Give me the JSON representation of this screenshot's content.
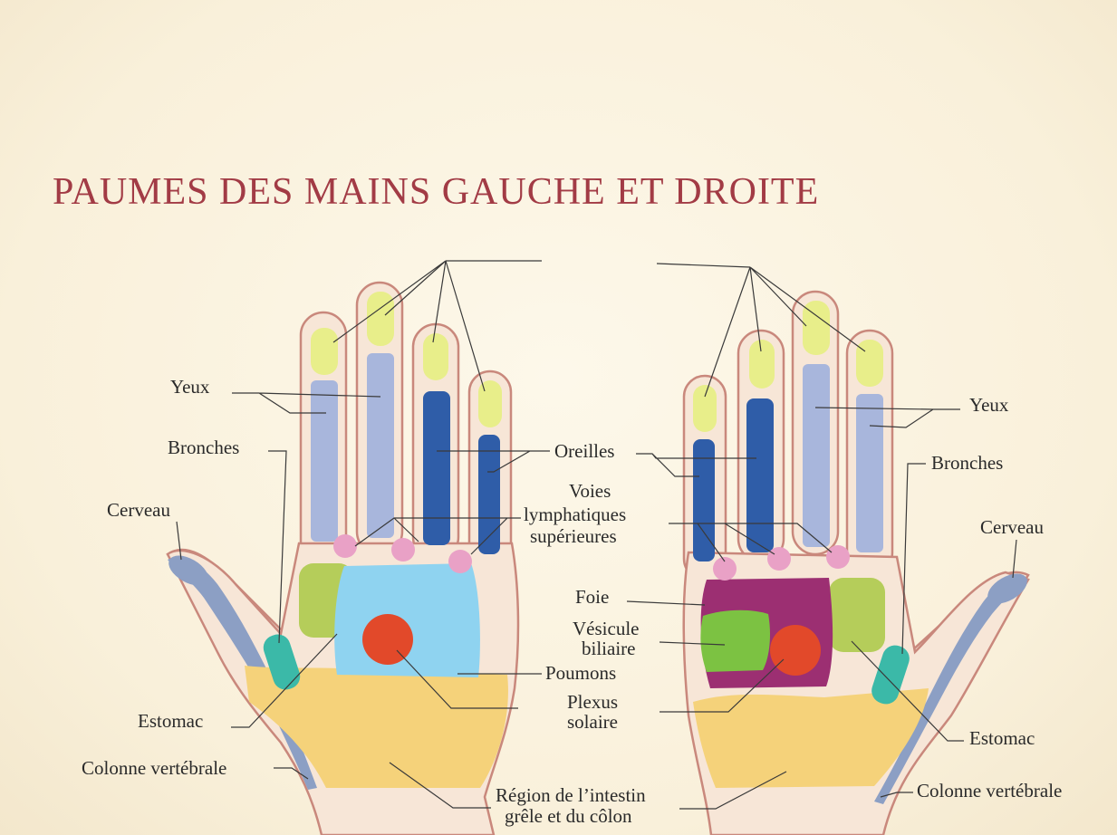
{
  "title": "PAUMES DES MAINS GAUCHE ET DROITE",
  "labels": {
    "yeux": "Yeux",
    "bronches": "Bronches",
    "cerveau": "Cerveau",
    "estomac": "Estomac",
    "colonne": "Colonne vertébrale",
    "oreilles": "Oreilles",
    "voies_1": "Voies",
    "voies_2": "lymphatiques",
    "voies_3": "supérieures",
    "foie": "Foie",
    "vesicule_1": "Vésicule",
    "vesicule_2": "biliaire",
    "poumons": "Poumons",
    "plexus_1": "Plexus",
    "plexus_2": "solaire",
    "intestin_1": "Région de l’intestin",
    "intestin_2": "grêle et du côlon"
  },
  "colors": {
    "title": "#a23b45",
    "sinus": "#e8ee8a",
    "eyes": "#a8b6dc",
    "ears": "#2f5da8",
    "lymph": "#e9a1c6",
    "lungs": "#8fd3f0",
    "stomach": "#b5cd5a",
    "bronchi": "#3bb9a8",
    "plexus": "#e2492a",
    "liver": "#9c2f72",
    "gallbladder": "#7cc242",
    "intestine": "#f5d27a",
    "spine": "#8c9fc4"
  }
}
